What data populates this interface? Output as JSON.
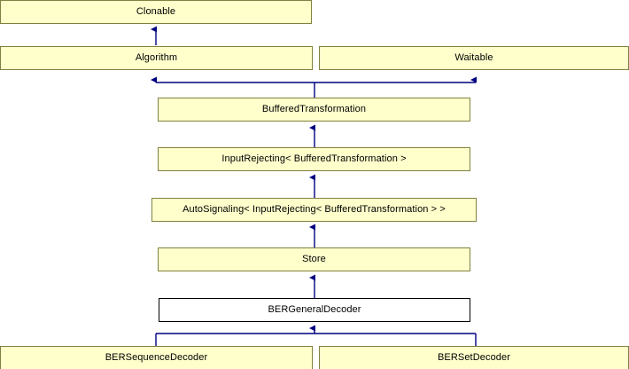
{
  "diagram": {
    "type": "uml-inheritance-diagram",
    "title": "BERGeneralDecoder inheritance graph",
    "colors": {
      "node_fill": "#ffffcc",
      "node_border": "#80803f",
      "current_fill": "#ffffff",
      "current_border": "#000000",
      "edge": "#000080",
      "background": "#ffffff",
      "text": "#000000"
    },
    "nodes": [
      {
        "id": "clonable",
        "label": "Clonable",
        "row": 0,
        "current": false
      },
      {
        "id": "algorithm",
        "label": "Algorithm",
        "row": 1,
        "current": false
      },
      {
        "id": "waitable",
        "label": "Waitable",
        "row": 1,
        "current": false
      },
      {
        "id": "bufferedtransformation",
        "label": "BufferedTransformation",
        "row": 2,
        "current": false
      },
      {
        "id": "inputrejecting",
        "label": "InputRejecting< BufferedTransformation >",
        "row": 3,
        "current": false
      },
      {
        "id": "autosignaling",
        "label": "AutoSignaling< InputRejecting< BufferedTransformation > >",
        "row": 4,
        "current": false
      },
      {
        "id": "store",
        "label": "Store",
        "row": 5,
        "current": false
      },
      {
        "id": "bergeneraldecoder",
        "label": "BERGeneralDecoder",
        "row": 6,
        "current": true
      },
      {
        "id": "bersequencedecoder",
        "label": "BERSequenceDecoder",
        "row": 7,
        "current": false
      },
      {
        "id": "bersetdecoder",
        "label": "BERSetDecoder",
        "row": 7,
        "current": false
      }
    ],
    "edges": [
      {
        "from": "algorithm",
        "to": "clonable"
      },
      {
        "from": "bufferedtransformation",
        "to": "algorithm"
      },
      {
        "from": "bufferedtransformation",
        "to": "waitable"
      },
      {
        "from": "inputrejecting",
        "to": "bufferedtransformation"
      },
      {
        "from": "autosignaling",
        "to": "inputrejecting"
      },
      {
        "from": "store",
        "to": "autosignaling"
      },
      {
        "from": "bergeneraldecoder",
        "to": "store"
      },
      {
        "from": "bersequencedecoder",
        "to": "bergeneraldecoder"
      },
      {
        "from": "bersetdecoder",
        "to": "bergeneraldecoder"
      }
    ]
  }
}
